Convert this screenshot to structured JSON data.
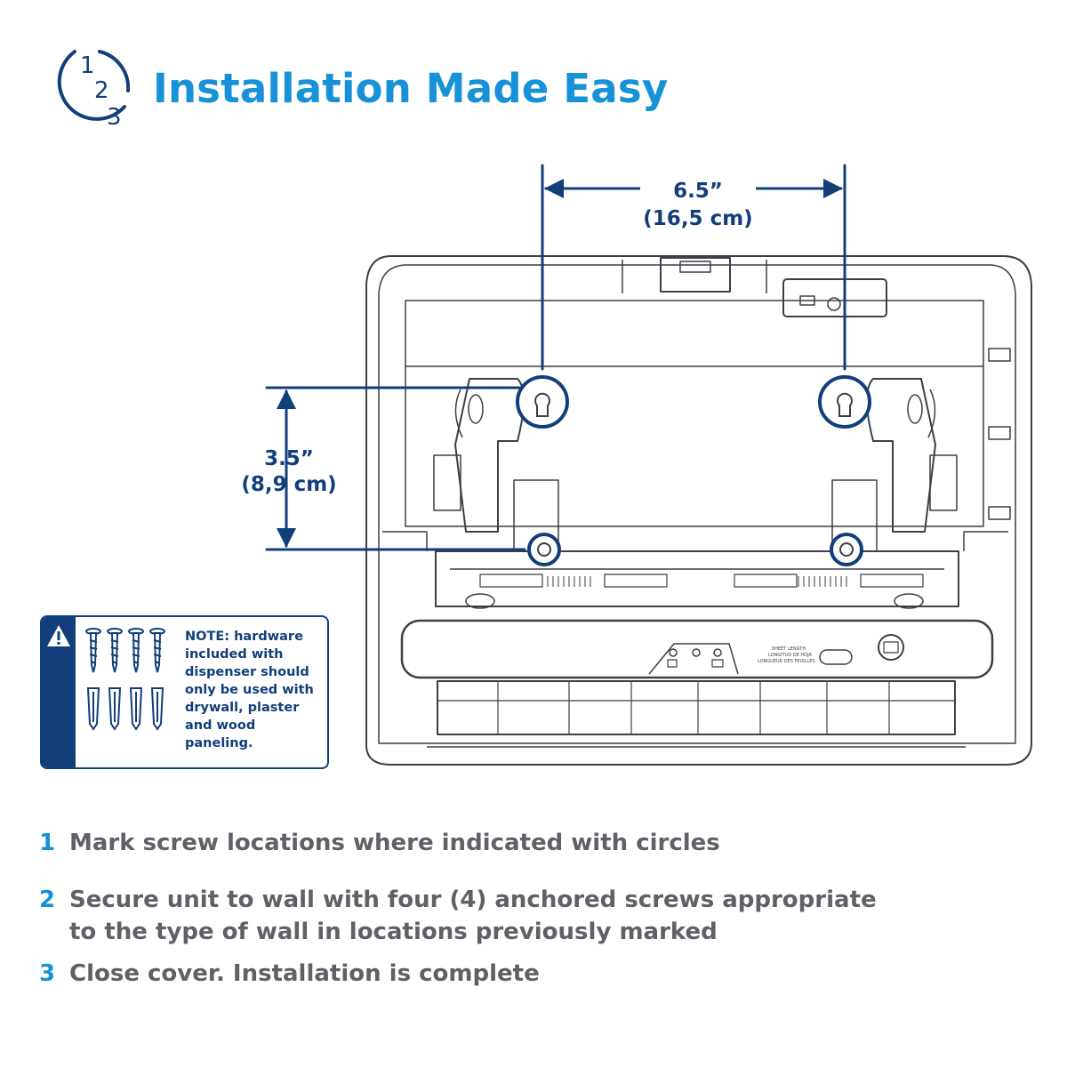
{
  "header": {
    "icon_digits": [
      "1",
      "2",
      "3"
    ],
    "title": "Installation Made Easy"
  },
  "dimensions": {
    "width_in": "6.5”",
    "width_cm": "(16,5 cm)",
    "height_in": "3.5”",
    "height_cm": "(8,9 cm)"
  },
  "dispenser": {
    "label_top": "SHEET LENGTH",
    "label_mid": "LONGITUD DE HOJA",
    "label_bottom": "LONGUEUR DES FEUILLES"
  },
  "note": {
    "icon": "warning-icon",
    "text": "NOTE: hardware included with dispenser should only be used with drywall, plaster and wood paneling."
  },
  "steps": [
    {
      "num": "1",
      "text": "Mark screw locations where indicated with circles"
    },
    {
      "num": "2",
      "text": "Secure unit to wall with four (4) anchored screws appropriate",
      "text2": "to the type of wall in locations previously marked"
    },
    {
      "num": "3",
      "text": "Close cover. Installation is complete"
    }
  ],
  "colors": {
    "brand_blue": "#1791d7",
    "navy": "#123f7a",
    "gray_text": "#5e6166",
    "line_gray": "#3b3f46"
  }
}
